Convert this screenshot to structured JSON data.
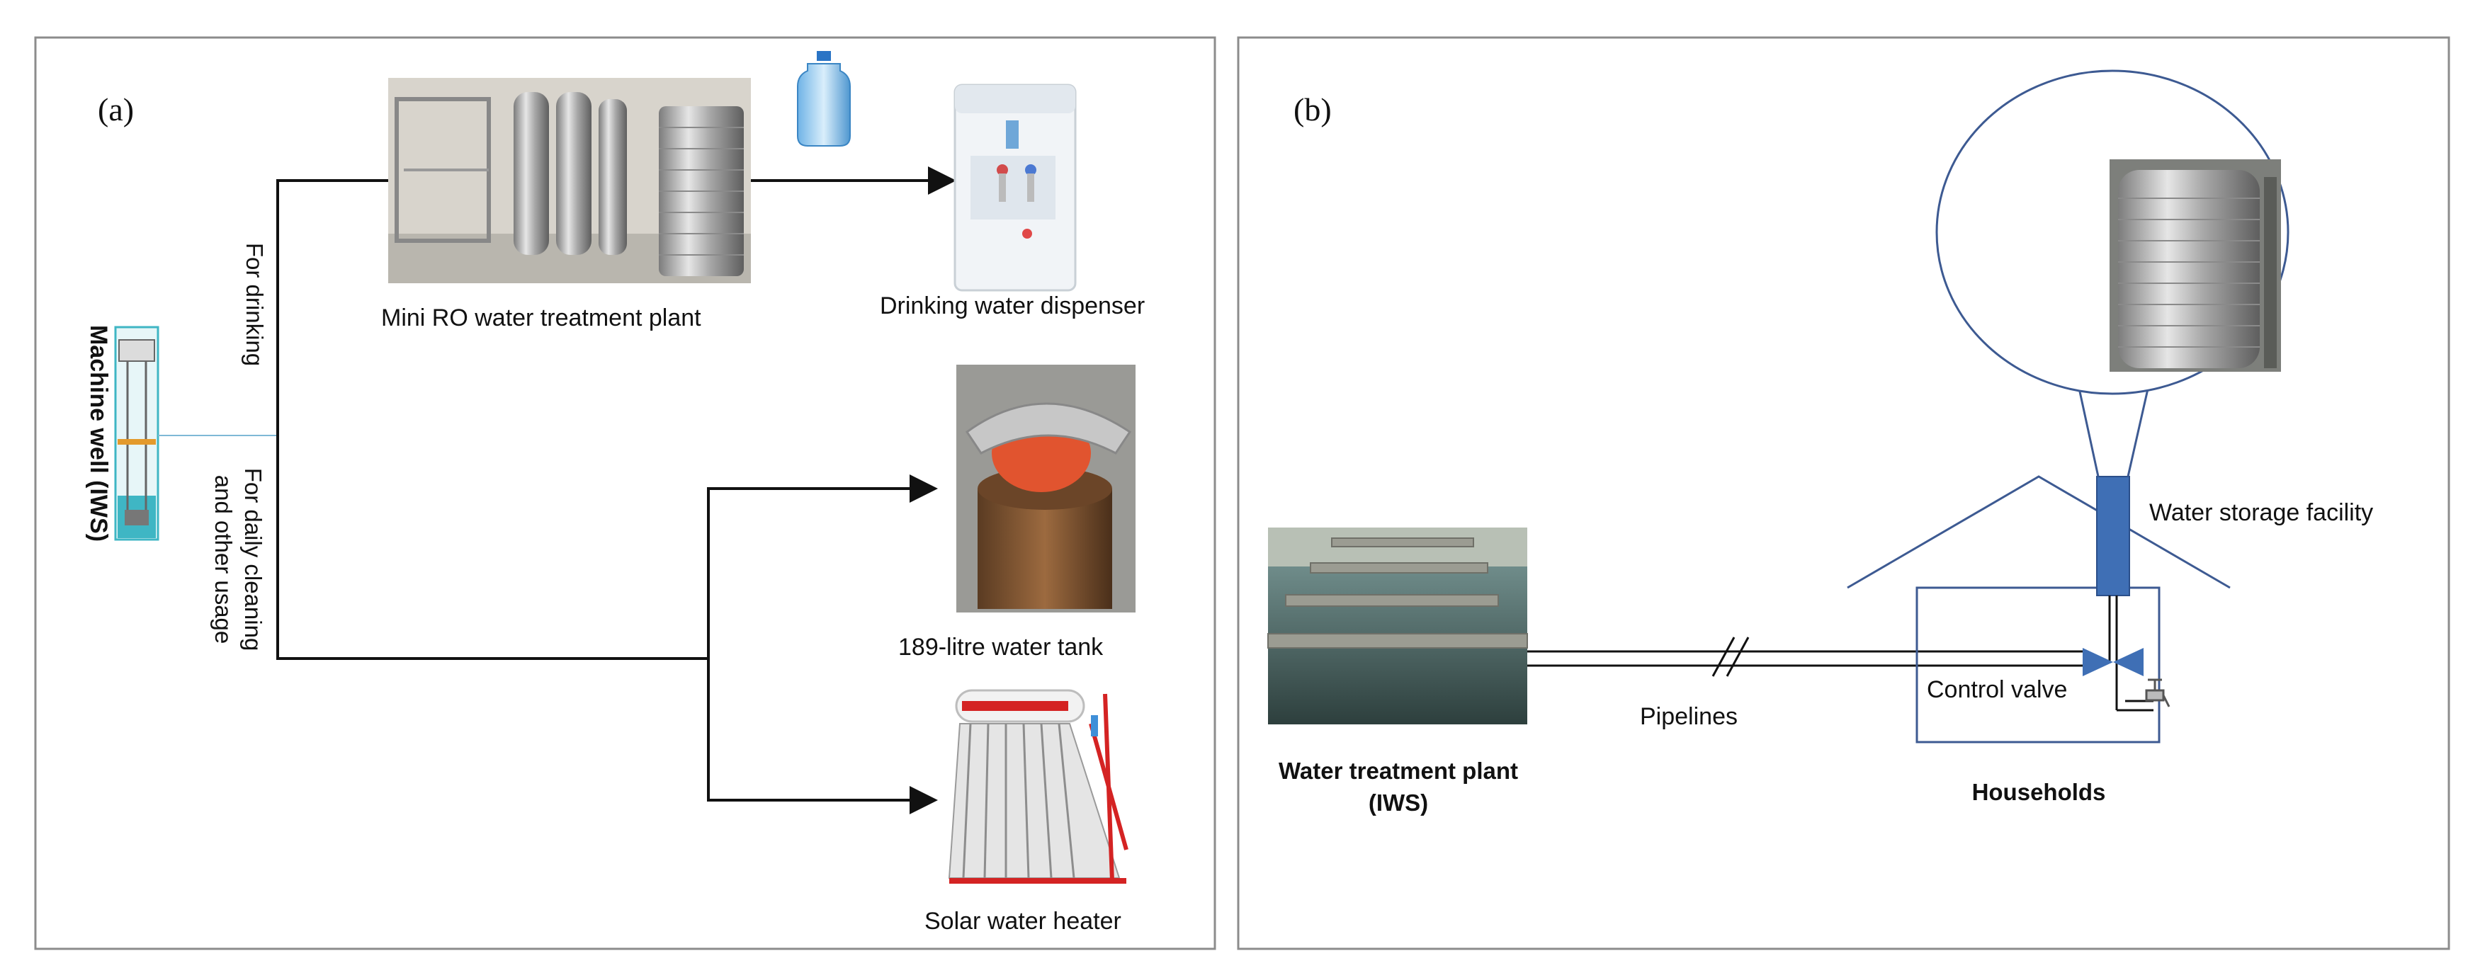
{
  "panel_a": {
    "tag": "(a)",
    "source_label": "Machine well (IWS)",
    "branch_drinking": "For drinking",
    "branch_cleaning_line1": "For daily cleaning",
    "branch_cleaning_line2": "and other usage",
    "ro_plant_label": "Mini RO water treatment plant",
    "dispenser_label": "Drinking water dispenser",
    "tank_label": "189-litre water tank",
    "heater_label": "Solar water heater"
  },
  "panel_b": {
    "tag": "(b)",
    "plant_label_line1": "Water treatment plant",
    "plant_label_line2": "(IWS)",
    "pipelines_label": "Pipelines",
    "storage_label": "Water storage facility",
    "valve_label": "Control valve",
    "households_label": "Households"
  },
  "colors": {
    "frame": "#8c8c8c",
    "arrow": "#111111",
    "storage_blue": "#3f6fb5",
    "house_outline": "#3d5a92",
    "well_teal": "#3fb6c4",
    "well_orange": "#e39a2c",
    "heater_red": "#d42323"
  }
}
